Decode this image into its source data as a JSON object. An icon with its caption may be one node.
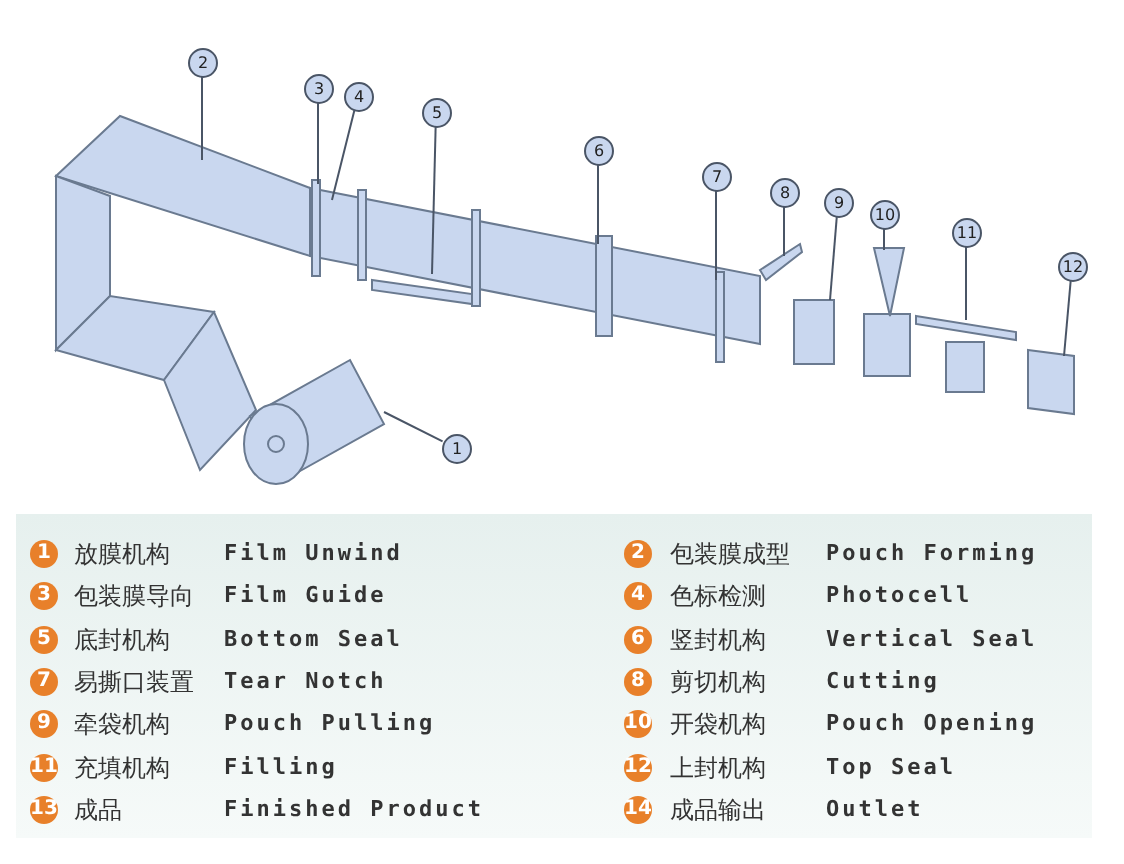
{
  "diagram": {
    "nodes": [
      {
        "text": [
          "1"
        ]
      },
      {
        "text": [
          "2"
        ]
      },
      {
        "text": [
          "3"
        ]
      },
      {
        "text": [
          "4"
        ]
      },
      {
        "text": [
          "5"
        ]
      },
      {
        "text": [
          "6"
        ]
      },
      {
        "text": [
          "7"
        ]
      },
      {
        "text": [
          "8"
        ]
      },
      {
        "text": [
          "9"
        ]
      },
      {
        "text": [
          "10"
        ]
      },
      {
        "text": [
          "11"
        ]
      },
      {
        "text": [
          "12"
        ]
      }
    ],
    "edges": [
      {
        "from": 0,
        "to": null,
        "arrow": "none"
      },
      {
        "from": 1,
        "to": null,
        "arrow": "none"
      },
      {
        "from": 2,
        "to": null,
        "arrow": "none"
      },
      {
        "from": 3,
        "to": null,
        "arrow": "none"
      },
      {
        "from": 4,
        "to": null,
        "arrow": "none"
      },
      {
        "from": 5,
        "to": null,
        "arrow": "none"
      },
      {
        "from": 6,
        "to": null,
        "arrow": "none"
      },
      {
        "from": 7,
        "to": null,
        "arrow": "none"
      },
      {
        "from": 8,
        "to": null,
        "arrow": "none"
      },
      {
        "from": 9,
        "to": null,
        "arrow": "none"
      },
      {
        "from": 10,
        "to": null,
        "arrow": "none"
      },
      {
        "from": 11,
        "to": null,
        "arrow": "none"
      }
    ],
    "labels": [
      "1",
      "放膜机构",
      "Film Unwind",
      "2",
      "包装膜成型",
      "Pouch Forming",
      "3",
      "包装膜导向",
      "Film Guide",
      "4",
      "色标检测",
      "Photocell",
      "5",
      "底封机构",
      "Bottom Seal",
      "6",
      "竖封机构",
      "Vertical Seal",
      "7",
      "易撕口装置",
      "Tear Notch",
      "8",
      "剪切机构",
      "Cutting",
      "9",
      "牵袋机构",
      "Pouch Pulling",
      "10",
      "开袋机构",
      "Pouch Opening",
      "11",
      "充填机构",
      "Filling",
      "12",
      "上封机构",
      "Top Seal",
      "13",
      "成品",
      "Finished Product",
      "14",
      "成品输出",
      "Outlet"
    ]
  }
}
